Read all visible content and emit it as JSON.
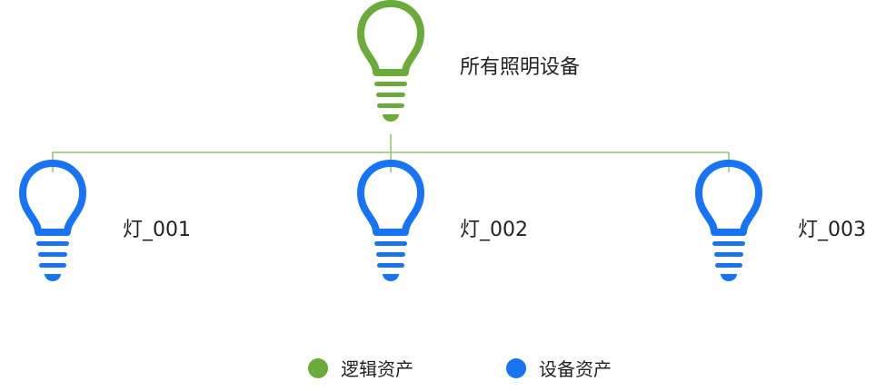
{
  "colors": {
    "logical": "#6aab3c",
    "device": "#1a73f0",
    "connector": "#8cc56a",
    "text": "#222222"
  },
  "root": {
    "label": "所有照明设备",
    "icon": "lightbulb-icon",
    "type": "logical"
  },
  "children": [
    {
      "label": "灯_001",
      "icon": "lightbulb-icon",
      "type": "device"
    },
    {
      "label": "灯_002",
      "icon": "lightbulb-icon",
      "type": "device"
    },
    {
      "label": "灯_003",
      "icon": "lightbulb-icon",
      "type": "device"
    }
  ],
  "legend": [
    {
      "label": "逻辑资产",
      "type": "logical"
    },
    {
      "label": "设备资产",
      "type": "device"
    }
  ]
}
